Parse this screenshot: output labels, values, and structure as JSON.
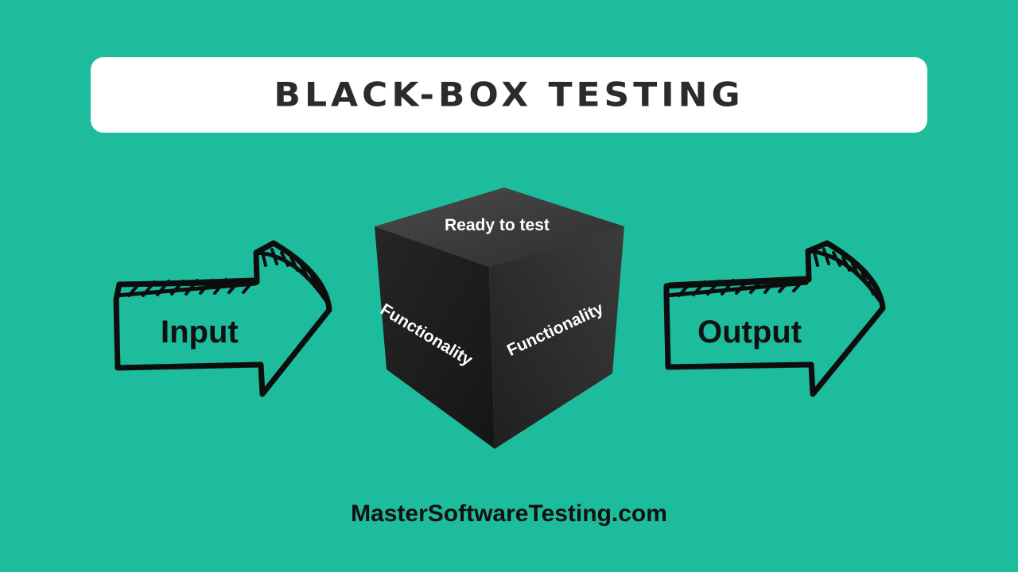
{
  "title": "BLACK-BOX TESTING",
  "input_label": "Input",
  "output_label": "Output",
  "cube": {
    "top_label": "Ready to test",
    "left_label": "Functionality",
    "right_label": "Functionality"
  },
  "footer": "MasterSoftwareTesting.com",
  "colors": {
    "background": "#1dbc9c",
    "card": "#ffffff",
    "cube": "#2a2a2a",
    "arrow_stroke": "#0d0d0d"
  }
}
